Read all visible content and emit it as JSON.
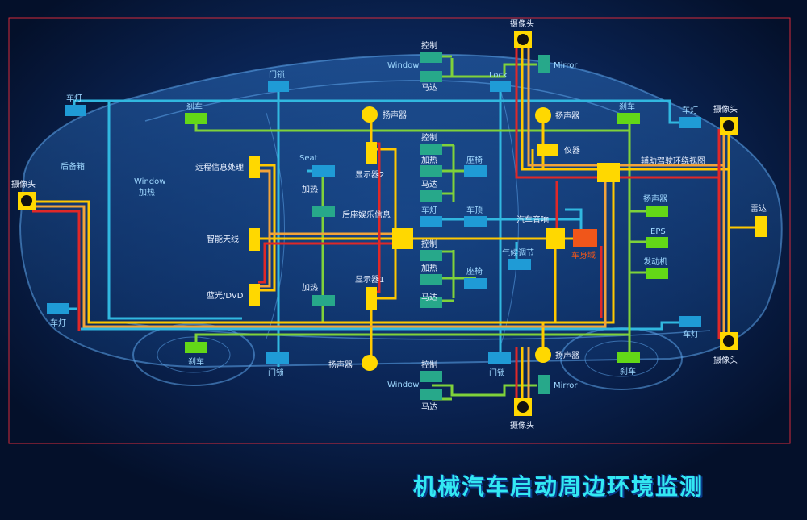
{
  "title": "机械汽车启动周边环境监测",
  "colors": {
    "background": "#06142e",
    "frame": "#d42a3a",
    "cyan_bus": "#31b8e0",
    "green_bus": "#7fd23a",
    "yellow_bus": "#ffc800",
    "orange_bus": "#f2a33a",
    "red_bus": "#e02828",
    "module_blue": "#1f9bd6",
    "module_teal": "#27a88a",
    "module_green": "#63d817",
    "module_yellow": "#ffd800",
    "module_orange": "#f0561a",
    "label_white": "#e8f0ff",
    "label_cyan": "#9fd8ff",
    "title": "#33e8f2"
  },
  "labels": {
    "camera_top": "摄像头",
    "control_top": "控制",
    "window_top": "Window",
    "motor_top": "马达",
    "mirror_top": "Mirror",
    "door_lock_top": "门锁",
    "lock_top": "Lock",
    "light_top_left": "车灯",
    "brake_top_left": "刹车",
    "speaker_center": "扬声器",
    "speaker_right": "扬声器",
    "brake_top_right": "刹车",
    "light_top_right": "车灯",
    "camera_right_top": "摄像头",
    "trunk": "后备箱",
    "window_heat_1": "Window",
    "window_heat_2": "加热",
    "camera_left": "摄像头",
    "seat": "Seat",
    "remote_info": "远程信息处理",
    "display2": "显示器2",
    "control_seat_top": "控制",
    "heat_seat_top": "加热",
    "seat_cn_top": "座椅",
    "motor_seat_top": "马达",
    "instrument": "仪器",
    "adas_view": "辅助驾驶环绕视图",
    "heat_mid": "加热",
    "rear_entertain": "后座娱乐信息",
    "light_mid": "车灯",
    "roof": "车顶",
    "car_audio": "汽车音响",
    "speaker_right_mid": "扬声器",
    "radar": "雷达",
    "smart_antenna": "智能天线",
    "eps": "EPS",
    "control_seat_bottom": "控制",
    "climate": "气候调节",
    "body_domain": "车身域",
    "engine": "发动机",
    "heat_seat_bottom": "加热",
    "seat_cn_bottom": "座椅",
    "bluray": "蓝光/DVD",
    "heat_bottom": "加热",
    "display1": "显示器1",
    "motor_seat_bottom": "马达",
    "light_bottom_left": "车灯",
    "light_bottom_right": "车灯",
    "brake_bottom_left": "刹车",
    "door_lock_bottom": "门锁",
    "speaker_bottom_center": "扬声器",
    "control_bottom": "控制",
    "window_bottom": "Window",
    "motor_bottom": "马达",
    "door_lock_bottom2": "门锁",
    "speaker_bottom_right": "扬声器",
    "mirror_bottom": "Mirror",
    "brake_bottom_right": "刹车",
    "camera_right_bottom": "摄像头",
    "camera_bottom": "摄像头"
  }
}
